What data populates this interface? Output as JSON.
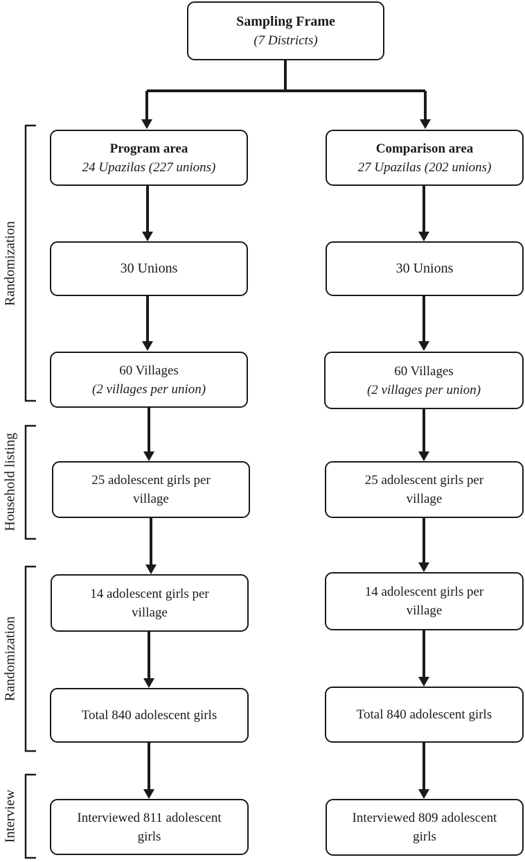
{
  "top": {
    "title": "Sampling Frame",
    "subtitle": "(7 Districts)"
  },
  "program": {
    "area_title": "Program area",
    "area_sub": "24 Upazilas (227 unions)",
    "unions": "30 Unions",
    "villages": "60 Villages",
    "villages_sub": "(2 villages per union)",
    "listing_l1": "25 adolescent girls per",
    "listing_l2": "village",
    "selected_l1": "14 adolescent girls per",
    "selected_l2": "village",
    "total": "Total 840 adolescent girls",
    "interviewed_l1": "Interviewed 811 adolescent",
    "interviewed_l2": "girls"
  },
  "comparison": {
    "area_title": "Comparison area",
    "area_sub": "27 Upazilas (202 unions)",
    "unions": "30 Unions",
    "villages": "60 Villages",
    "villages_sub": "(2 villages per union)",
    "listing_l1": "25 adolescent girls per",
    "listing_l2": "village",
    "selected_l1": "14 adolescent girls per",
    "selected_l2": "village",
    "total": "Total 840 adolescent girls",
    "interviewed_l1": "Interviewed 809 adolescent",
    "interviewed_l2": "girls"
  },
  "phases": {
    "randomization_1": "Randomization",
    "household_listing": "Household listing",
    "randomization_2": "Randomization",
    "interview": "Interview"
  }
}
